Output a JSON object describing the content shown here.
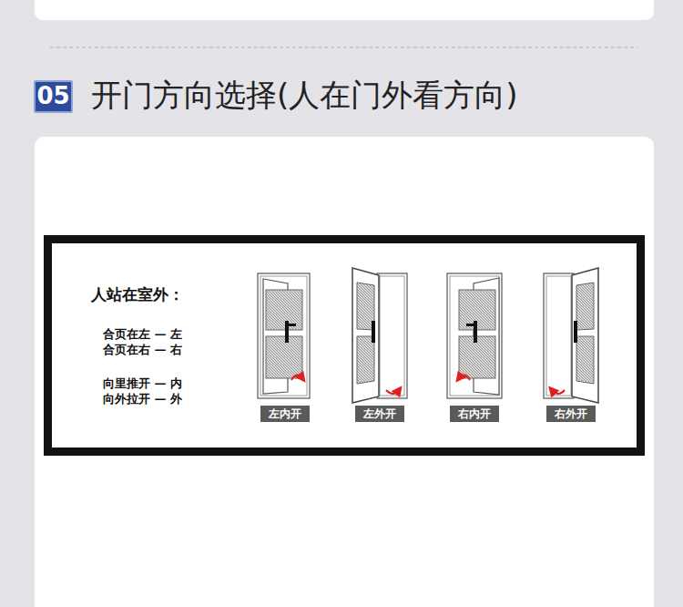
{
  "diagram": {
    "title": "开门方向选择(人在门外看方向)",
    "nodes": [
      {
        "text": [
          "05"
        ]
      },
      {
        "text": [
          "人站在室外：",
          "合页在左 — 左",
          "合页在右 — 右",
          "向里推开 — 内",
          "向外拉开 — 外"
        ]
      },
      {
        "text": [
          "左内开"
        ],
        "in": 1
      },
      {
        "text": [
          "左外开"
        ],
        "in": 1
      },
      {
        "text": [
          "右内开"
        ],
        "in": 1
      },
      {
        "text": [
          "右外开"
        ],
        "in": 1
      }
    ]
  }
}
